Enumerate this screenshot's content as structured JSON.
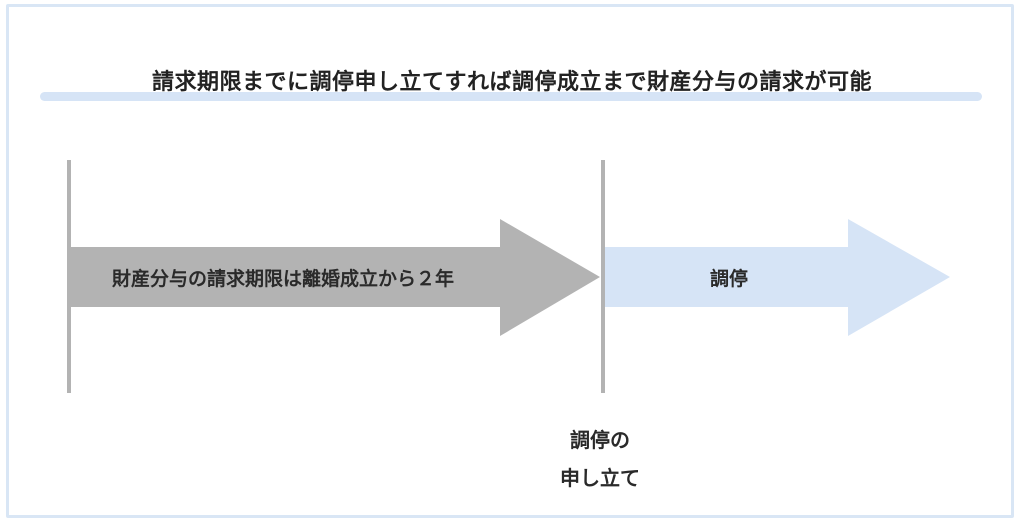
{
  "title": "請求期限までに調停申し立てすれば調停成立まで財産分与の請求が可能",
  "arrows": {
    "period": {
      "label": "財産分与の請求期限は離婚成立から２年",
      "color": "#b3b3b3"
    },
    "mediation": {
      "label": "調停",
      "color": "#d6e4f6"
    }
  },
  "marker": {
    "line1": "調停の",
    "line2": "申し立て"
  },
  "colors": {
    "frame": "#d9e6f5",
    "accent_bar": "#d6e4f6",
    "vertical_line": "#b3b3b3"
  }
}
